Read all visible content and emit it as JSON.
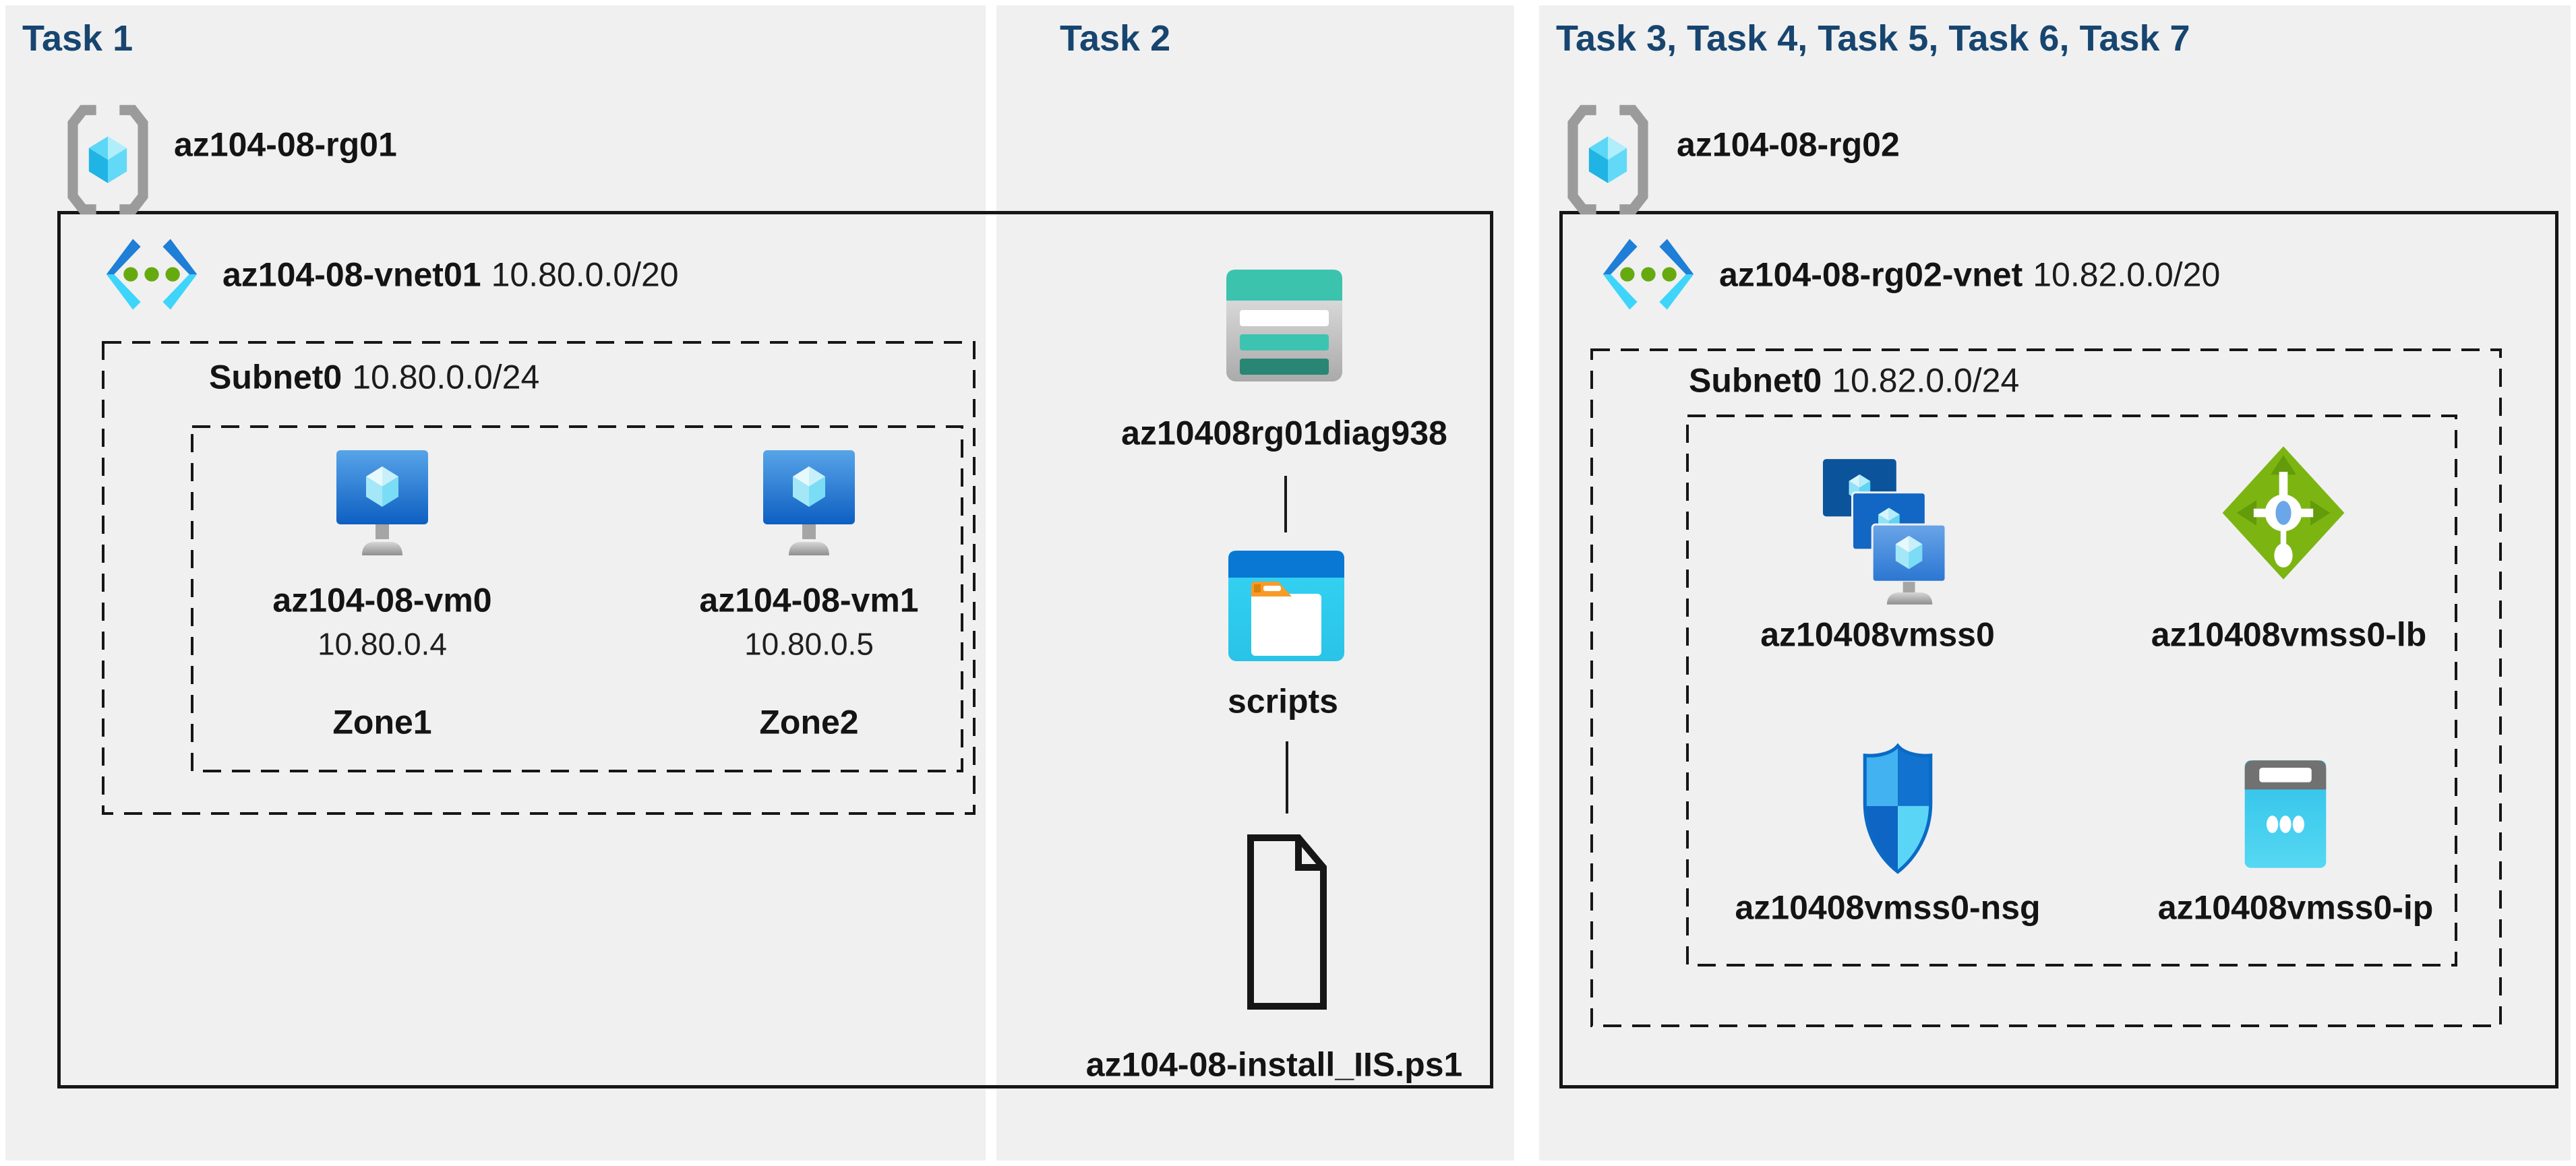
{
  "colors": {
    "panel_bg": "#f0f0f1",
    "task_title": "#17456f",
    "box_border": "#161616",
    "storage_teal": "#3bc3ae",
    "storage_dark_teal": "#2a8674",
    "folder_blue": "#0878d4",
    "folder_cyan": "#31d0f0",
    "folder_tab_orange": "#f79a28",
    "vm_blue": "#0d5fc2",
    "vmss_dark_blue": "#0b549b",
    "lb_green": "#7cb512",
    "nsg_light_blue": "#42b2f0",
    "nsg_dark_blue": "#0e65c4",
    "ip_cyan": "#35c5ec",
    "vnet_blue": "#1f7ed6",
    "vnet_cyan": "#3fd5fa",
    "vnet_dot_green": "#67aa10",
    "rg_bracket_gray": "#9b9b9b",
    "rg_cube_cyan": "#5cd7f6"
  },
  "icons": {
    "resource_group": "resource-group-icon",
    "virtual_network": "vnet-icon",
    "virtual_machine": "vm-icon",
    "storage_account": "storage-account-icon",
    "folder": "folder-icon",
    "script_file": "file-icon",
    "vm_scale_set": "vmss-icon",
    "load_balancer": "load-balancer-icon",
    "network_security_group": "nsg-icon",
    "public_ip": "public-ip-icon"
  },
  "p1": {
    "title": "Task 1",
    "resource_group": "az104-08-rg01",
    "vnet_name": "az104-08-vnet01",
    "vnet_cidr": "10.80.0.0/20",
    "subnet_name": "Subnet0",
    "subnet_cidr": "10.80.0.0/24",
    "vm0": {
      "name": "az104-08-vm0",
      "ip": "10.80.0.4",
      "zone": "Zone1"
    },
    "vm1": {
      "name": "az104-08-vm1",
      "ip": "10.80.0.5",
      "zone": "Zone2"
    }
  },
  "p2": {
    "title": "Task 2",
    "storage_account": "az10408rg01diag938",
    "folder": "scripts",
    "script_file": "az104-08-install_IIS.ps1"
  },
  "p3": {
    "title": "Task 3, Task 4, Task 5, Task 6, Task 7",
    "resource_group": "az104-08-rg02",
    "vnet_name": "az104-08-rg02-vnet",
    "vnet_cidr": "10.82.0.0/20",
    "subnet_name": "Subnet0",
    "subnet_cidr": "10.82.0.0/24",
    "vmss": "az10408vmss0",
    "load_balancer": "az10408vmss0-lb",
    "nsg": "az10408vmss0-nsg",
    "public_ip": "az10408vmss0-ip"
  }
}
